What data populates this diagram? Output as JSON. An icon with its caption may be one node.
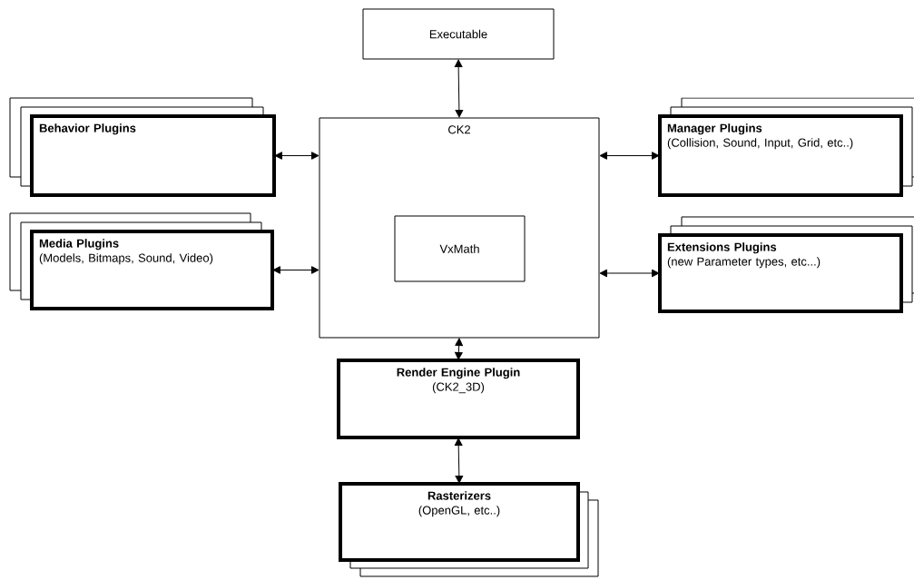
{
  "diagram": {
    "nodes": [
      {
        "text": [
          "Executable"
        ]
      },
      {
        "text": [
          "Behavior Plugins"
        ]
      },
      {
        "text": [
          "CK2"
        ]
      },
      {
        "text": [
          "VxMath"
        ],
        "in": 2
      },
      {
        "text": [
          "Manager Plugins",
          "(Collision, Sound, Input, Grid, etc..)"
        ]
      },
      {
        "text": [
          "Media Plugins",
          "(Models, Bitmaps, Sound, Video)"
        ]
      },
      {
        "text": [
          "Extensions Plugins",
          "(new Parameter types, etc...)"
        ]
      },
      {
        "text": [
          "Render Engine Plugin",
          "(CK2_3D)"
        ]
      },
      {
        "text": [
          "Rasterizers",
          "(OpenGL, etc..)"
        ]
      }
    ],
    "edges": [
      {
        "from": 0,
        "to": 2,
        "arrow": "both"
      },
      {
        "from": 1,
        "to": 2,
        "arrow": "both"
      },
      {
        "from": 5,
        "to": 2,
        "arrow": "both"
      },
      {
        "from": 2,
        "to": 4,
        "arrow": "both"
      },
      {
        "from": 2,
        "to": 6,
        "arrow": "both"
      },
      {
        "from": 2,
        "to": 7,
        "arrow": "both"
      },
      {
        "from": 7,
        "to": 8,
        "arrow": "both"
      }
    ]
  }
}
